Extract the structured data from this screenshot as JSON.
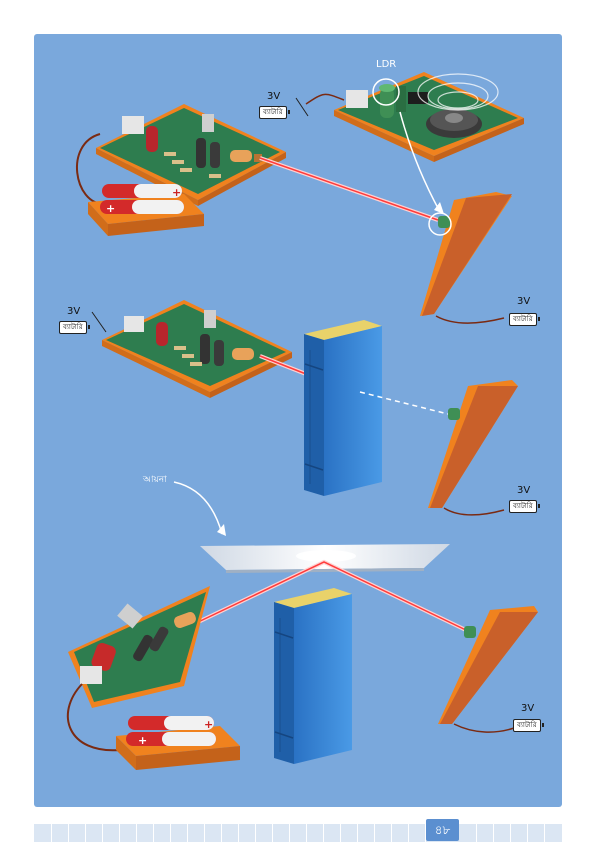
{
  "labels": {
    "ldr": "LDR",
    "mirror": "আয়না",
    "battery": "ব্যাটারি",
    "voltage": "3V"
  },
  "page": {
    "number": "৪৮"
  },
  "colors": {
    "panel": "#7aa8dc",
    "board_orange": "#f0821e",
    "board_green": "#2e7d4f",
    "laser": "#ff3b3b",
    "book": "#2f7fcf",
    "brown_board": "#c9602a"
  }
}
